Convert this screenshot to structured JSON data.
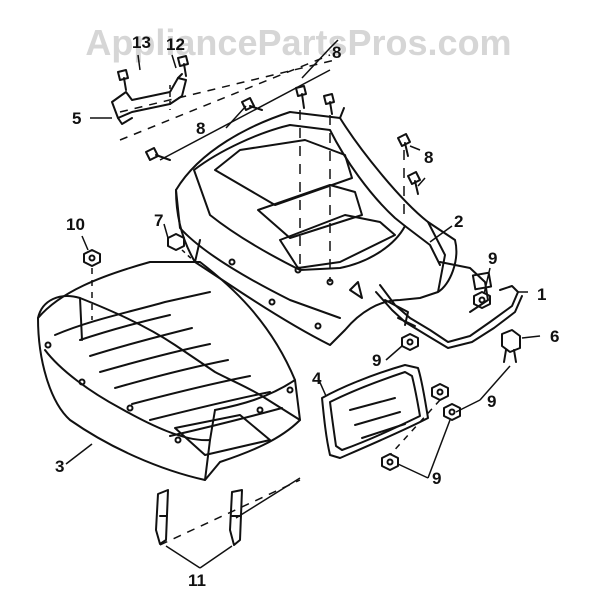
{
  "watermark": "AppliancePartsPros.com",
  "callouts": {
    "n1": "1",
    "n2": "2",
    "n3": "3",
    "n4": "4",
    "n5": "5",
    "n6": "6",
    "n7": "7",
    "n8a": "8",
    "n8b": "8",
    "n8c": "8",
    "n9a": "9",
    "n9b": "9",
    "n9c": "9",
    "n9d": "9",
    "n10": "10",
    "n11": "11",
    "n12": "12",
    "n13": "13"
  }
}
